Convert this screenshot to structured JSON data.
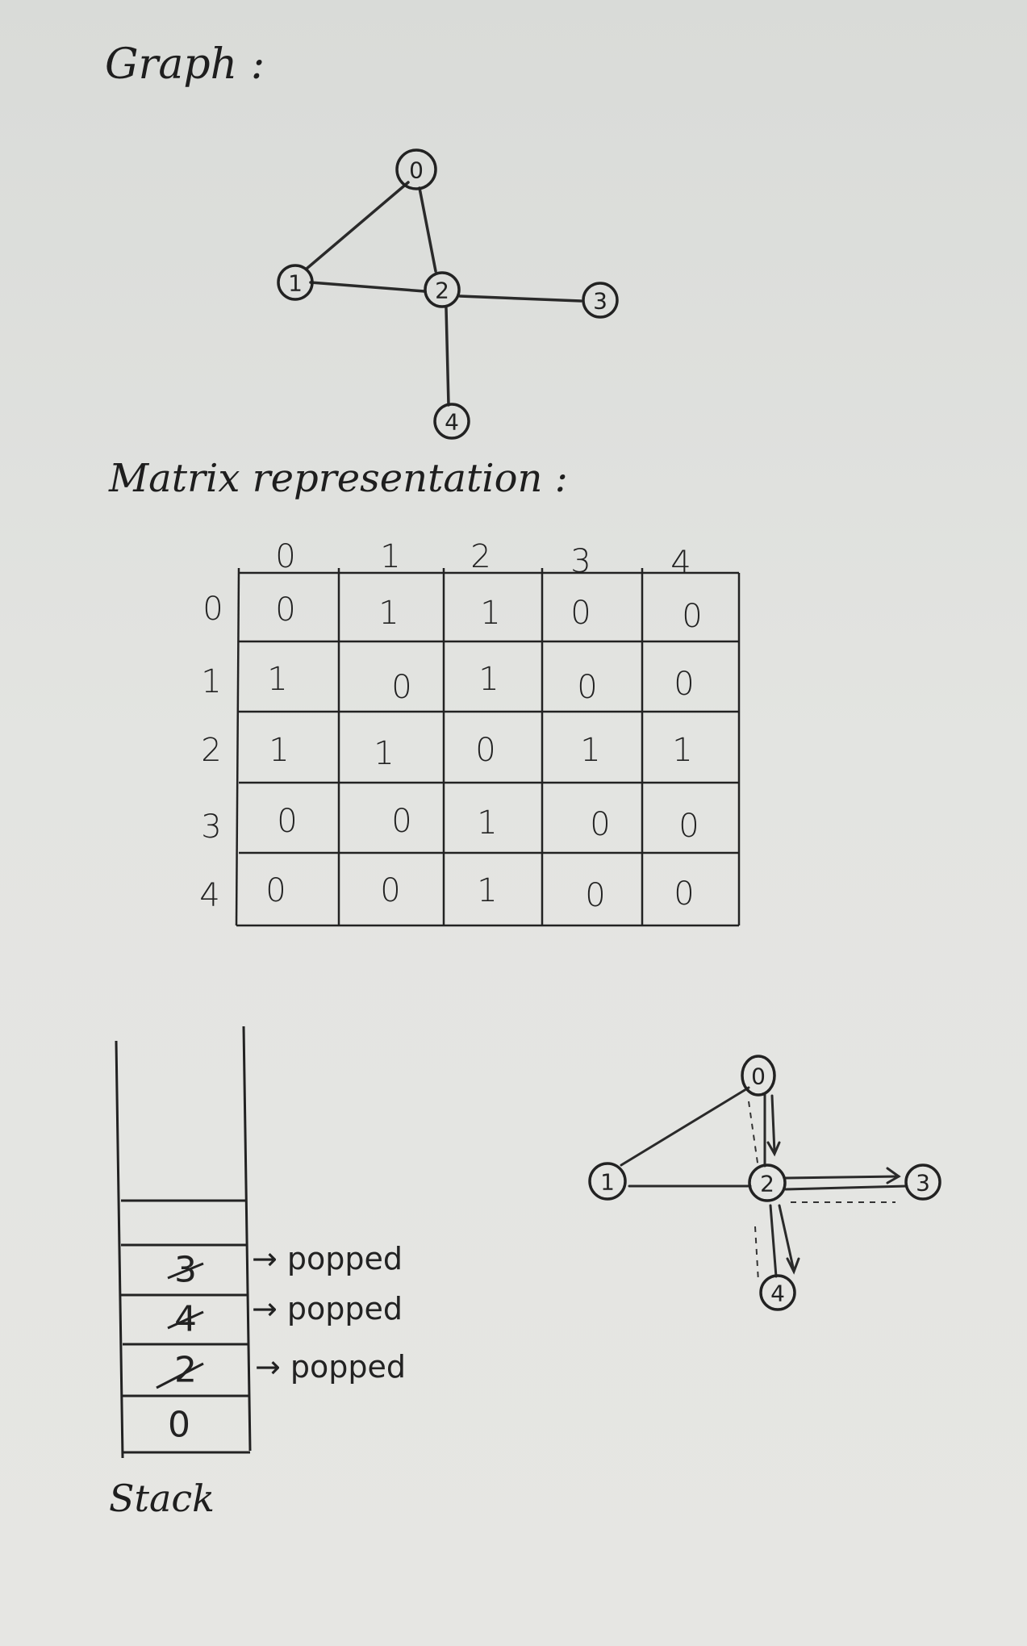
{
  "headings": {
    "graph": "Graph :",
    "matrix": "Matrix representation :",
    "stack": "Stack"
  },
  "graph": {
    "nodes": [
      "0",
      "1",
      "2",
      "3",
      "4"
    ],
    "edges": [
      [
        "0",
        "1"
      ],
      [
        "0",
        "2"
      ],
      [
        "1",
        "2"
      ],
      [
        "2",
        "3"
      ],
      [
        "2",
        "4"
      ]
    ]
  },
  "matrix": {
    "column_headers": [
      "0",
      "1",
      "2",
      "3",
      "4"
    ],
    "row_headers": [
      "0",
      "1",
      "2",
      "3",
      "4"
    ],
    "rows": [
      [
        "0",
        "1",
        "1",
        "0",
        "0"
      ],
      [
        "1",
        "0",
        "1",
        "0",
        "0"
      ],
      [
        "1",
        "1",
        "0",
        "1",
        "1"
      ],
      [
        "0",
        "0",
        "1",
        "0",
        "0"
      ],
      [
        "0",
        "0",
        "1",
        "0",
        "0"
      ]
    ]
  },
  "stack": {
    "cells_top_to_bottom": [
      "",
      "3",
      "4",
      "2",
      "0"
    ],
    "struck": [
      false,
      true,
      true,
      true,
      false
    ],
    "popped_label": "→ popped",
    "popped_notes": [
      "→ popped",
      "→ popped",
      "→ popped"
    ]
  },
  "traversal": {
    "nodes": [
      "0",
      "1",
      "2",
      "3",
      "4"
    ]
  }
}
